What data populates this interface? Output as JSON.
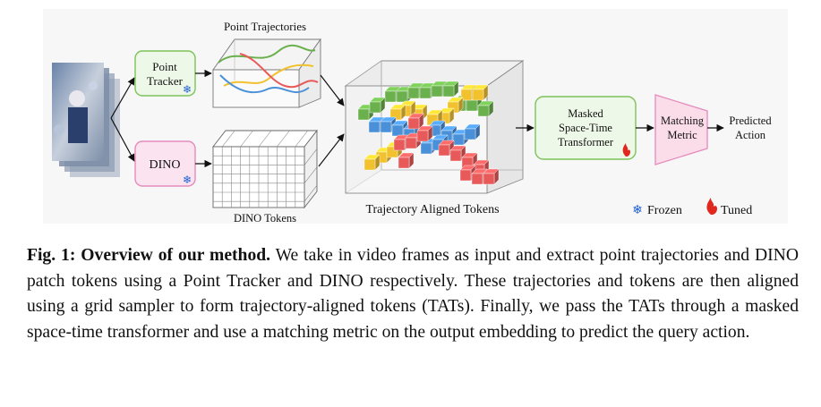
{
  "figure": {
    "point_trajectories_label": "Point Trajectories",
    "point_tracker_label_line1": "Point",
    "point_tracker_label_line2": "Tracker",
    "dino_label": "DINO",
    "dino_tokens_label": "DINO Tokens",
    "trajectory_aligned_tokens_label": "Trajectory Aligned Tokens",
    "transformer_label_line1": "Masked",
    "transformer_label_line2": "Space-Time",
    "transformer_label_line3": "Transformer",
    "matching_metric_line1": "Matching",
    "matching_metric_line2": "Metric",
    "predicted_action_line1": "Predicted",
    "predicted_action_line2": "Action",
    "legend_frozen": "Frozen",
    "legend_tuned": "Tuned",
    "icons": [
      "snowflake-icon",
      "flame-icon"
    ],
    "colors": {
      "frozen_icon": "#1f5fd1",
      "tuned_icon": "#e0281e",
      "green_box_stroke": "#7cc35a",
      "green_box_fill": "#eef8e8",
      "pink_box_stroke": "#e58bbd",
      "pink_box_fill": "#fbe3ef",
      "token_green": "#6ab04c",
      "token_yellow": "#f2c12e",
      "token_blue": "#4a90d9",
      "token_red": "#e85a5a"
    }
  },
  "caption": {
    "label": "Fig. 1: Overview of our method.",
    "text": " We take in video frames as input and extract point trajectories and DINO patch tokens using a Point Tracker and DINO respectively. These trajectories and tokens are then aligned using a grid sampler to form trajectory-aligned tokens (TATs). Finally, we pass the TATs through a masked space-time transformer and use a matching metric on the output embedding to predict the query action."
  }
}
